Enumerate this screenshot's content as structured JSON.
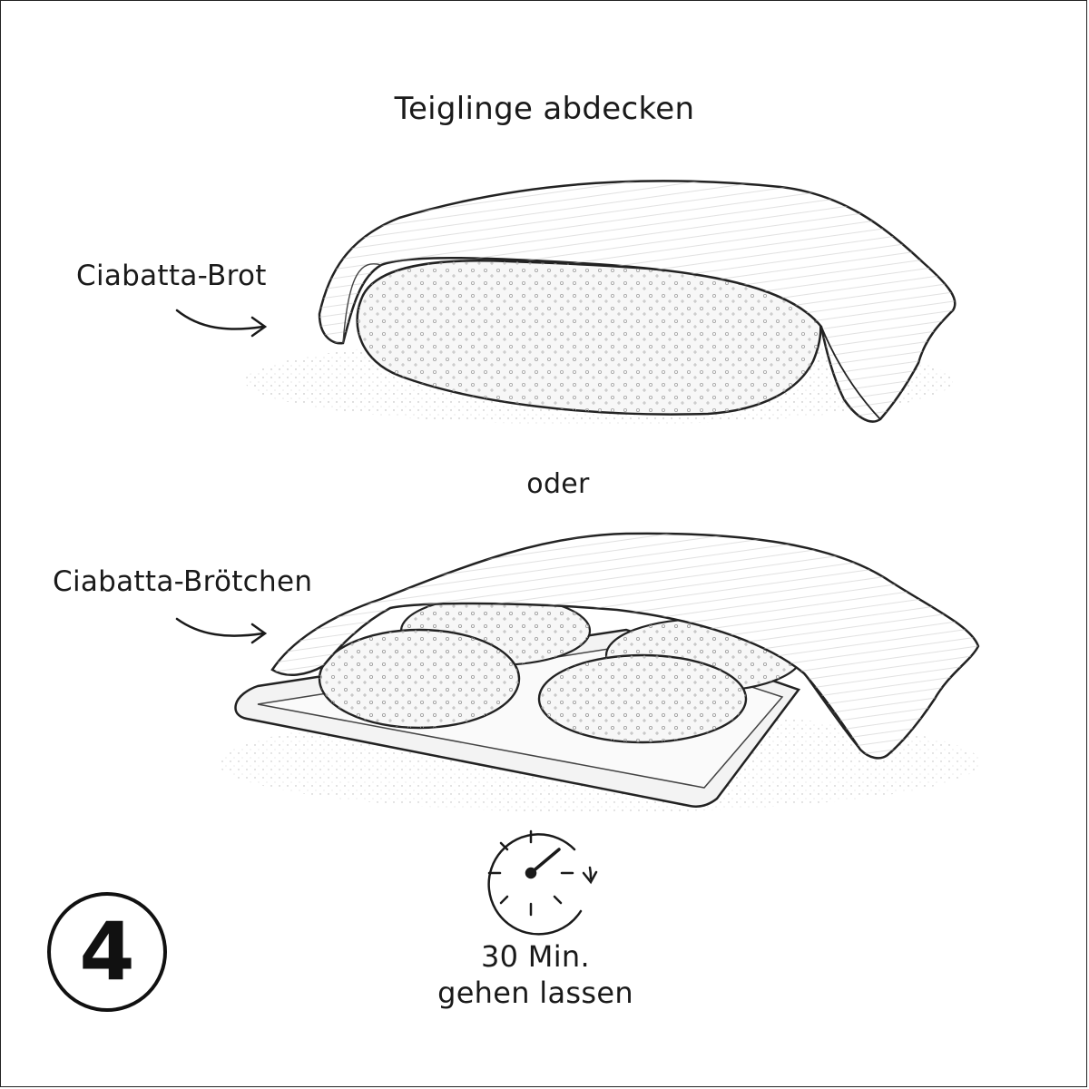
{
  "title": "Teiglinge abdecken",
  "labels": {
    "bread": "Ciabatta-Brot",
    "rolls": "Ciabatta-Brötchen",
    "separator": "oder"
  },
  "timer": {
    "line1": "30 Min.",
    "line2": "gehen lassen",
    "icon": "stopwatch-icon"
  },
  "step": {
    "number": "4"
  },
  "colors": {
    "ink": "#1a1a1a",
    "background": "#ffffff"
  }
}
